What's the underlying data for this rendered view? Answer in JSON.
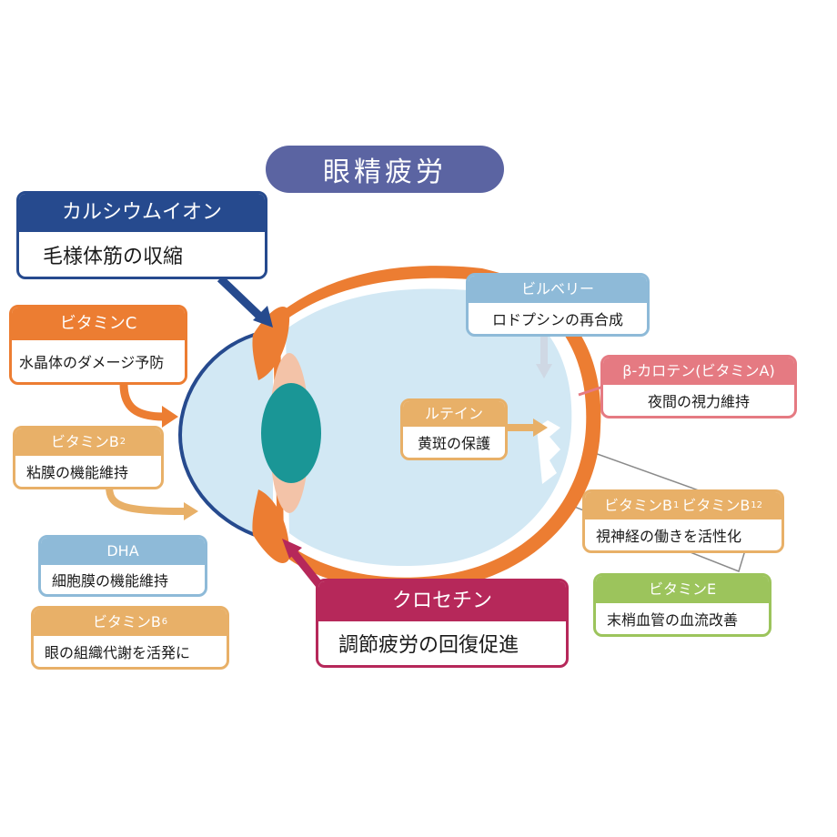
{
  "title": "眼精疲労",
  "colors": {
    "title": "#5b64a2",
    "navy": "#264a8e",
    "orange": "#ec7d32",
    "tan": "#e8b068",
    "sky": "#8ebad8",
    "pink": "#e57a82",
    "crimson": "#b6285a",
    "green": "#9cc45c",
    "eye_fill": "#d2e8f4",
    "lens": "#1a9696",
    "lens_halo": "#f3c3a8"
  },
  "labels": {
    "calcium": {
      "nutrient": "カルシウムイオン",
      "effect": "毛様体筋の収縮"
    },
    "vitamin_c": {
      "nutrient": "ビタミンC",
      "effect": "水晶体のダメージ予防"
    },
    "vitamin_b2": {
      "nutrient": "ビタミンB",
      "sub": "2",
      "effect": "粘膜の機能維持"
    },
    "dha": {
      "nutrient": "DHA",
      "effect": "細胞膜の機能維持"
    },
    "vitamin_b6": {
      "nutrient": "ビタミンB",
      "sub": "6",
      "effect": "眼の組織代謝を活発に"
    },
    "crocetin": {
      "nutrient": "クロセチン",
      "effect": "調節疲労の回復促進"
    },
    "bilberry": {
      "nutrient": "ビルベリー",
      "effect": "ロドプシンの再合成"
    },
    "beta_carotene": {
      "nutrient": "β-カロテン(ビタミンA)",
      "effect": "夜間の視力維持"
    },
    "lutein": {
      "nutrient": "ルテイン",
      "effect": "黄斑の保護"
    },
    "vitamin_b_complex": {
      "nutrient_a": "ビタミンB",
      "sub_a": "1",
      "nutrient_b": "ビタミンB",
      "sub_b": "12",
      "effect": "視神経の働きを活性化"
    },
    "vitamin_e": {
      "nutrient": "ビタミンE",
      "effect": "末梢血管の血流改善"
    }
  }
}
